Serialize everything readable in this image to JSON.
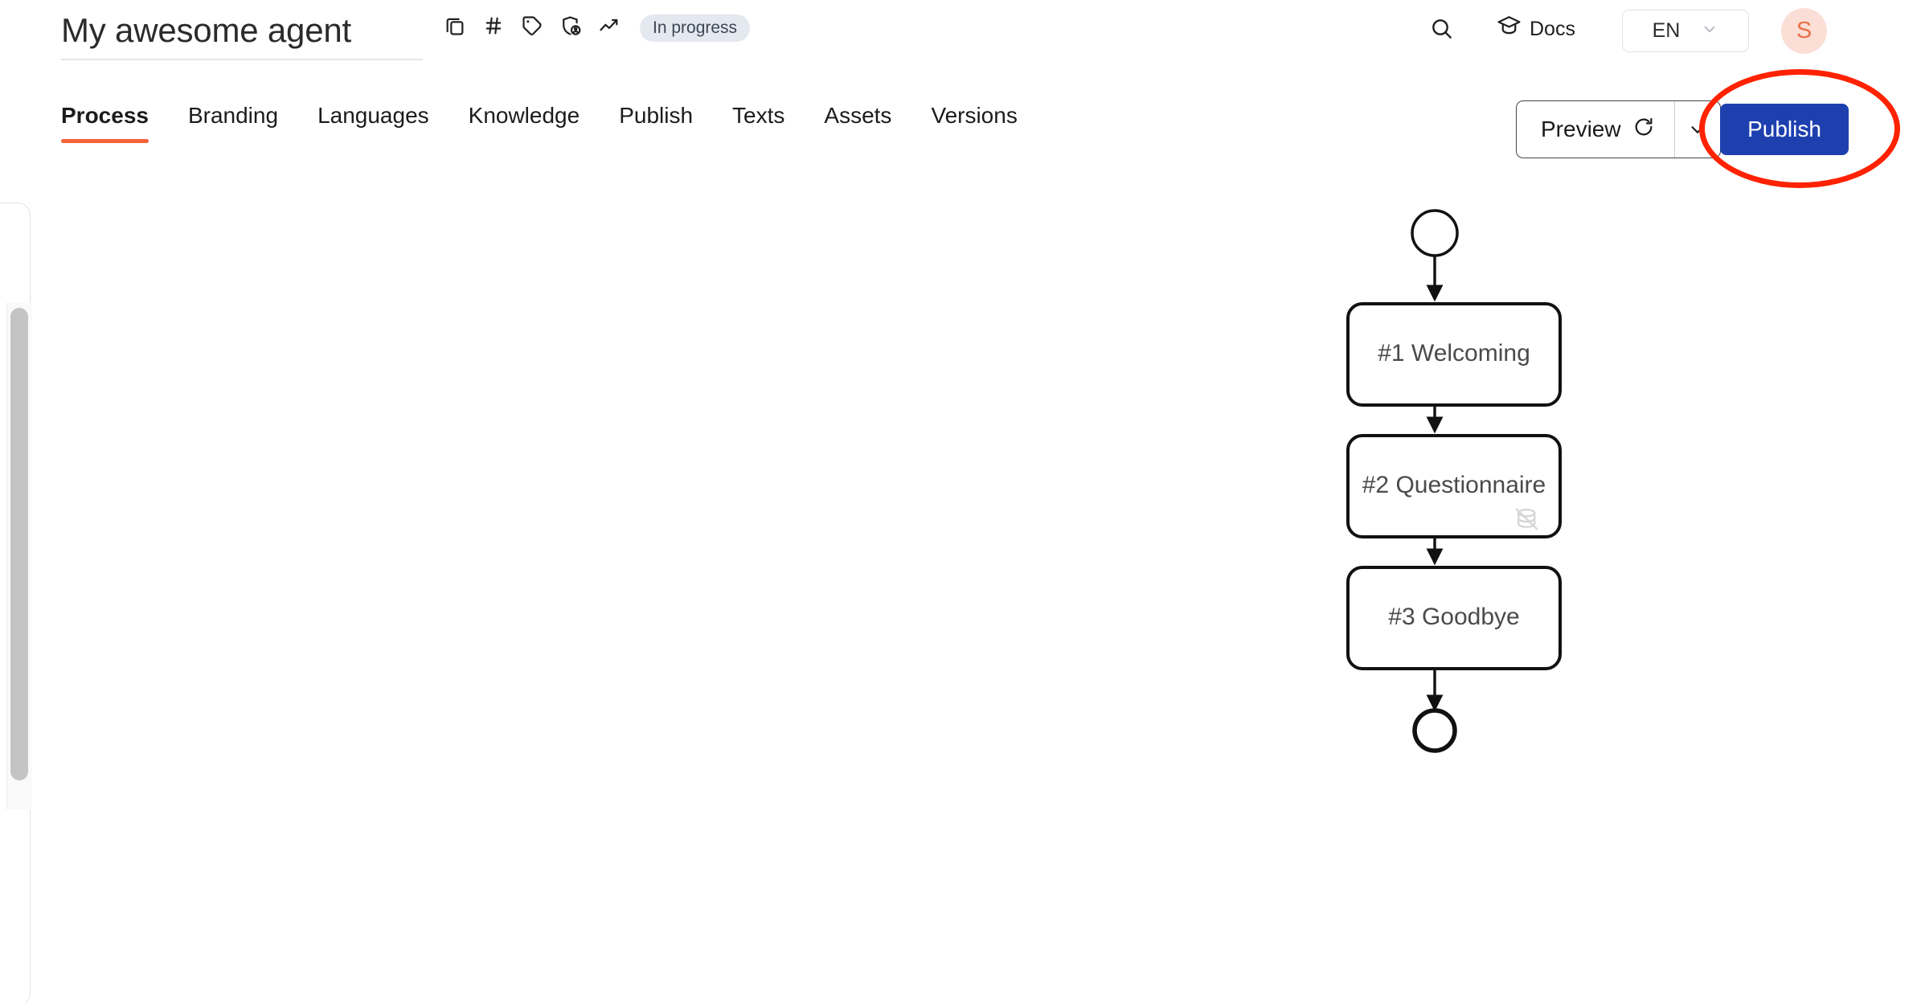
{
  "header": {
    "title": "My awesome agent",
    "status_badge": "In progress",
    "title_icons": [
      {
        "name": "duplicate-icon",
        "label": "Duplicate"
      },
      {
        "name": "hash-icon",
        "label": "Hash"
      },
      {
        "name": "tag-icon",
        "label": "Tag"
      },
      {
        "name": "shield-user-icon",
        "label": "Access"
      },
      {
        "name": "trending-up-icon",
        "label": "Analytics"
      }
    ],
    "search_label": "Search",
    "docs_label": "Docs",
    "language": "EN",
    "avatar_initial": "S"
  },
  "tabs": [
    {
      "label": "Process",
      "active": true
    },
    {
      "label": "Branding",
      "active": false
    },
    {
      "label": "Languages",
      "active": false
    },
    {
      "label": "Knowledge",
      "active": false
    },
    {
      "label": "Publish",
      "active": false
    },
    {
      "label": "Texts",
      "active": false
    },
    {
      "label": "Assets",
      "active": false
    },
    {
      "label": "Versions",
      "active": false
    }
  ],
  "actions": {
    "preview_label": "Preview",
    "preview_refresh_icon": "refresh-icon",
    "preview_caret_icon": "chevron-down-icon",
    "publish_label": "Publish"
  },
  "annotation": {
    "shape": "ellipse",
    "color": "#ff2200",
    "target": "publish-button"
  },
  "flow": {
    "start_node": {
      "type": "start",
      "label": ""
    },
    "end_node": {
      "type": "end",
      "label": ""
    },
    "nodes": [
      {
        "id": 1,
        "label": "#1 Welcoming",
        "badge": null
      },
      {
        "id": 2,
        "label": "#2 Questionnaire",
        "badge": "database-off-icon"
      },
      {
        "id": 3,
        "label": "#3 Goodbye",
        "badge": null
      }
    ]
  },
  "colors": {
    "accent_tab": "#f4633a",
    "publish_blue": "#1e40af",
    "badge_bg": "#e4e8ef",
    "avatar_bg": "#fbdfd6",
    "avatar_fg": "#e8714a",
    "annotation_red": "#ff2200",
    "node_stroke": "#111111",
    "node_text": "#4a4a4a"
  }
}
